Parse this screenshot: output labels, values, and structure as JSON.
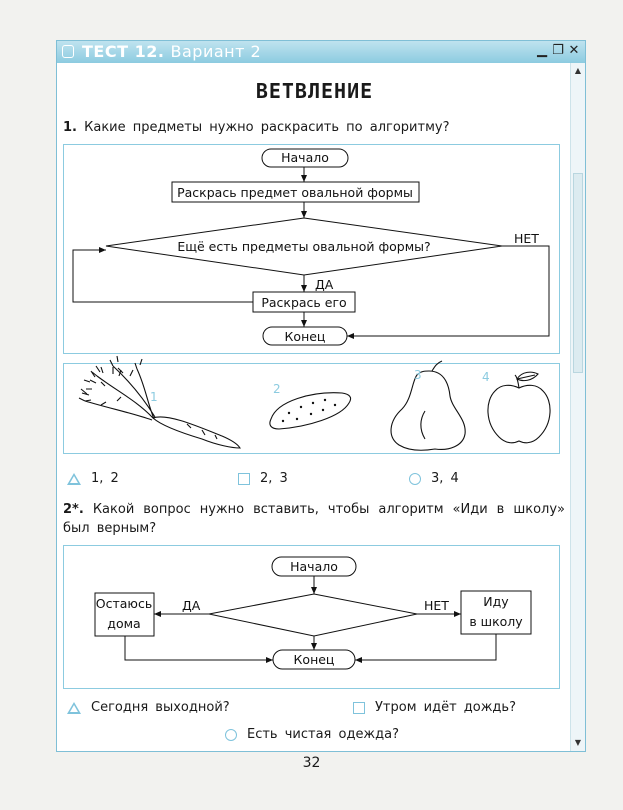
{
  "window": {
    "title_main": "ТЕСТ 12.",
    "title_variant": "Вариант 2",
    "controls": [
      "minimize-icon",
      "restore-icon",
      "close-icon"
    ]
  },
  "heading": "ВЕТВЛЕНИЕ",
  "question1": {
    "number": "1.",
    "text": "Какие предметы нужно раскрасить по алгоритму?",
    "flowchart": {
      "start": "Начало",
      "step1": "Раскрась предмет овальной формы",
      "condition": "Ещё есть предметы овальной формы?",
      "no": "НЕТ",
      "yes": "ДА",
      "step2": "Раскрась его",
      "end": "Конец"
    },
    "pictures": [
      {
        "num": "1",
        "name": "carrot"
      },
      {
        "num": "2",
        "name": "cucumber"
      },
      {
        "num": "3",
        "name": "pear"
      },
      {
        "num": "4",
        "name": "apple"
      }
    ],
    "answers": [
      "1, 2",
      "2, 3",
      "3, 4"
    ]
  },
  "question2": {
    "number": "2*.",
    "text_line1": "Какой вопрос нужно вставить, чтобы алгоритм «Иди в школу»",
    "text_line2": "был верным?",
    "flowchart": {
      "start": "Начало",
      "left_line1": "Остаюсь",
      "left_line2": "дома",
      "yes": "ДА",
      "no": "НЕТ",
      "right_line1": "Иду",
      "right_line2": "в школу",
      "end": "Конец"
    },
    "answers": [
      "Сегодня выходной?",
      "Утром идёт дождь?",
      "Есть чистая одежда?"
    ]
  },
  "page_number": "32",
  "colors": {
    "accent": "#8ccbe0",
    "titlebar": "#9fd3e5",
    "answer_marks": "#7fc3dc"
  }
}
